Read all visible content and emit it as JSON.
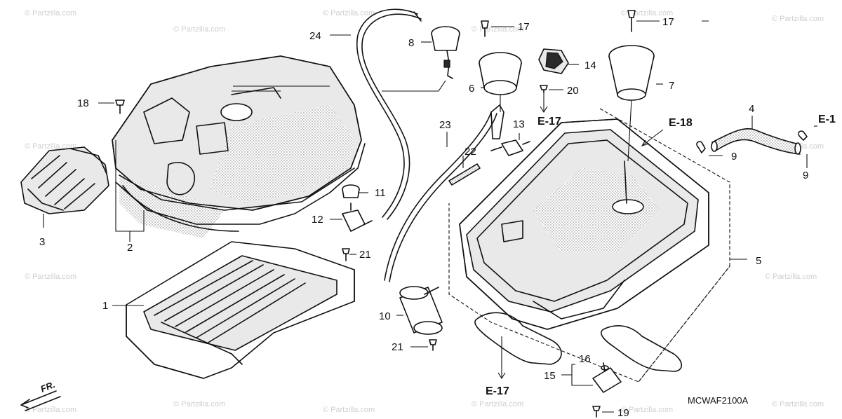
{
  "watermark": "© Partzilla.com",
  "diagram_code": "MCWAF2100A",
  "front_marker": "FR.",
  "callouts": {
    "c1": "1",
    "c2": "2",
    "c3": "3",
    "c4": "4",
    "c5": "5",
    "c6": "6",
    "c7": "7",
    "c8": "8",
    "c9a": "9",
    "c9b": "9",
    "c10": "10",
    "c11": "11",
    "c12": "12",
    "c13": "13",
    "c14": "14",
    "c15": "15",
    "c16": "16",
    "c17a": "17",
    "c17b": "17",
    "c18": "18",
    "c19": "19",
    "c20": "20",
    "c21a": "21",
    "c21b": "21",
    "c22": "22",
    "c23": "23",
    "c24": "24"
  },
  "references": {
    "e17_top": "E-17",
    "e17_bottom": "E-17",
    "e18": "E-18",
    "e1": "E-1"
  }
}
